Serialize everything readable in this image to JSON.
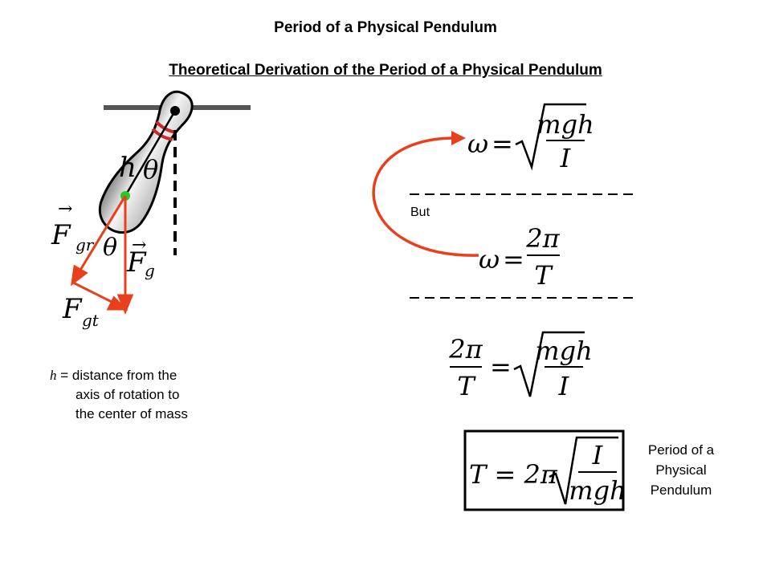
{
  "header": {
    "title": "Period of a Physical Pendulum",
    "subtitle": "Theoretical Derivation of the Period of a Physical Pendulum"
  },
  "diagram": {
    "labels": {
      "h": "h",
      "theta": "θ",
      "arrow": "→",
      "F": "F",
      "gr": "gr",
      "g": "g",
      "gt": "gt"
    }
  },
  "definition": {
    "symbol": "h",
    "line1": " = distance from the",
    "line2": "axis of rotation to",
    "line3": "the center of mass"
  },
  "equations": {
    "but": "But",
    "omega": "ω",
    "eq": "=",
    "two_pi": "2π",
    "mgh": "mgh",
    "I": "I",
    "T": "T",
    "result_lhs": "T = 2π"
  },
  "result_label": {
    "line1": "Period of a",
    "line2": "Physical",
    "line3": "Pendulum"
  },
  "colors": {
    "arrow": "#e8401c",
    "pivot_dot": "#000000",
    "cm_dot": "#22cc22",
    "pin_stripe": "#cc2a2a"
  }
}
